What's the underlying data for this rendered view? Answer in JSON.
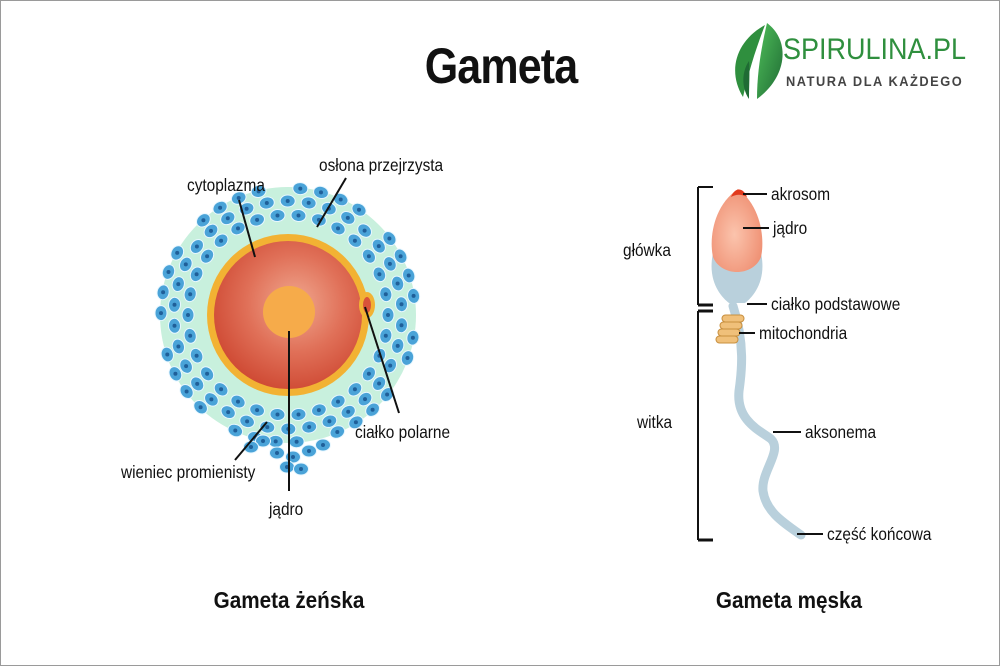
{
  "title": "Gameta",
  "brand": {
    "name": "SPIRULINA",
    "name_suffix": ".PL",
    "tagline": "NATURA DLA KAŻDEGO",
    "colors": {
      "leaf_dark": "#1f6b34",
      "leaf_light": "#3aa84a",
      "text": "#2f8f3e"
    }
  },
  "female": {
    "caption": "Gameta żeńska",
    "labels": {
      "cytoplasm": "cytoplazma",
      "zona": "osłona przejrzysta",
      "polar_body": "ciałko polarne",
      "corona": "wieniec promienisty",
      "nucleus": "jądro"
    },
    "colors": {
      "cytoplasm": "#d9533a",
      "zona": "#f2b233",
      "corona_bg": "#c8f0dd",
      "corona_cells": "#4aa3d8",
      "nucleus": "#f6ab4a"
    }
  },
  "male": {
    "caption": "Gameta męska",
    "labels": {
      "acrosome": "akrosom",
      "nucleus": "jądro",
      "head": "główka",
      "basal_body": "ciałko podstawowe",
      "mitochondria": "mitochondria",
      "tail": "witka",
      "axoneme": "aksonema",
      "end_piece": "część końcowa"
    },
    "colors": {
      "acrosome": "#e13a1e",
      "head": "#f3a184",
      "body": "#b9d0dc",
      "mitochondria": "#f0c07a"
    }
  }
}
